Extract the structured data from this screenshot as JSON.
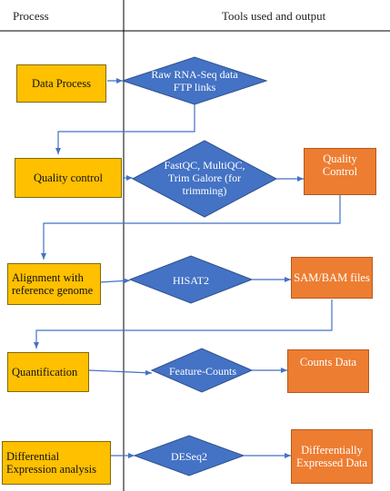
{
  "headers": {
    "process": "Process",
    "tools": "Tools used and output"
  },
  "colors": {
    "process_box": "#FFC000",
    "tool_diamond": "#4472C4",
    "output_box": "#ED7D31",
    "arrow": "#4472C4",
    "grid_line": "#000000"
  },
  "rows": [
    {
      "process": "Data Process",
      "tool": "Raw RNA-Seq data FTP links",
      "output": ""
    },
    {
      "process": "Quality control",
      "tool": "FastQC, MultiQC, Trim Galore (for trimming)",
      "output": "Quality Control"
    },
    {
      "process": "Alignment with reference genome",
      "tool": "HISAT2",
      "output": "SAM/BAM files"
    },
    {
      "process": "Quantification",
      "tool": "Feature-Counts",
      "output": "Counts Data"
    },
    {
      "process": "Differential Expression analysis",
      "tool": "DESeq2",
      "output": "Differentially Expressed Data"
    }
  ]
}
